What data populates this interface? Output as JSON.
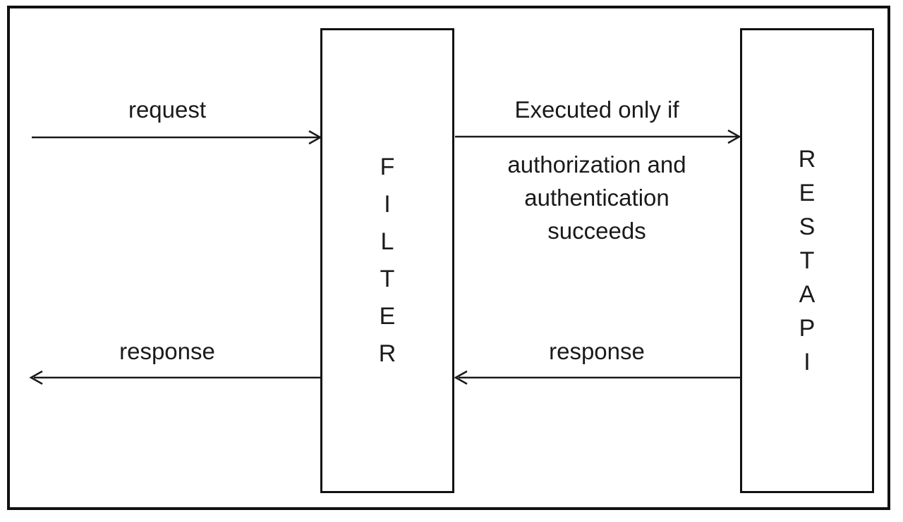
{
  "colors": {
    "ink": "#1a1a1a",
    "border": "#111111",
    "background": "#ffffff"
  },
  "diagram": {
    "filter_box": {
      "stacked_label": "F\nI\nL\nT\nE\nR"
    },
    "rest_api_box": {
      "stacked_label": "R\nE\nS\nT\nA\nP\nI"
    },
    "arrows": {
      "request": {
        "label": "request",
        "direction": "right"
      },
      "executed": {
        "label_above": "Executed only if",
        "label_below": "authorization and\nauthentication\nsucceeds",
        "direction": "right"
      },
      "response_inner": {
        "label": "response",
        "direction": "left"
      },
      "response_outer": {
        "label": "response",
        "direction": "left"
      }
    }
  }
}
